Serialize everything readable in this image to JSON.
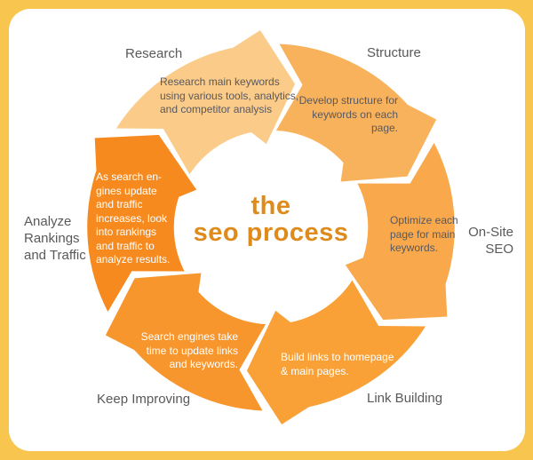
{
  "frame": {
    "border_color": "#f8c54e",
    "panel_color": "#ffffff"
  },
  "title": {
    "text": "the seo process",
    "lines": [
      "the",
      "seo process"
    ],
    "color": "#de8b1c"
  },
  "label_color": "#5a585a",
  "segments": [
    {
      "id": "research",
      "label": "Research",
      "label_lines": [
        "Research"
      ],
      "description": "Research main keywords using various tools, analytics, and competitor analysis",
      "description_lines": [
        "Research main keywords",
        "using various tools, analytics,",
        "and competitor analysis"
      ],
      "color": "#fbcb8a",
      "text_color": "#59585c"
    },
    {
      "id": "structure",
      "label": "Structure",
      "label_lines": [
        "Structure"
      ],
      "description": "Develop structure for keywords on each page.",
      "description_lines": [
        "Develop structure for",
        "keywords on each",
        "page."
      ],
      "color": "#f9b25c",
      "text_color": "#59585c"
    },
    {
      "id": "on-site-seo",
      "label": "On-Site SEO",
      "label_lines": [
        "On-Site",
        "SEO"
      ],
      "description": "Optimize each page for main keywords.",
      "description_lines": [
        "Optimize each",
        "page for main",
        "keywords."
      ],
      "color": "#f9a94b",
      "text_color": "#59585c"
    },
    {
      "id": "link-building",
      "label": "Link Building",
      "label_lines": [
        "Link Building"
      ],
      "description": "Build links to homepage & main pages.",
      "description_lines": [
        "Build links to homepage",
        "& main pages."
      ],
      "color": "#f9a137",
      "text_color": "#ffffff"
    },
    {
      "id": "keep-improving",
      "label": "Keep Improving",
      "label_lines": [
        "Keep Improving"
      ],
      "description": "Search engines take time to update links and keywords.",
      "description_lines": [
        "Search engines take",
        "time to update links",
        "and keywords."
      ],
      "color": "#f8962e",
      "text_color": "#ffffff"
    },
    {
      "id": "analyze-rankings-and-traffic",
      "label": "Analyze Rankings and Traffic",
      "label_lines": [
        "Analyze",
        "Rankings",
        "and Traffic"
      ],
      "description": "As search engines update and traffic increases, look into rankings and traffic to analyze results.",
      "description_lines": [
        "As search en-",
        "gines update",
        "and traffic",
        "increases, look",
        "into rankings",
        "and traffic to",
        "analyze results."
      ],
      "color": "#f68a1e",
      "text_color": "#ffffff"
    }
  ]
}
